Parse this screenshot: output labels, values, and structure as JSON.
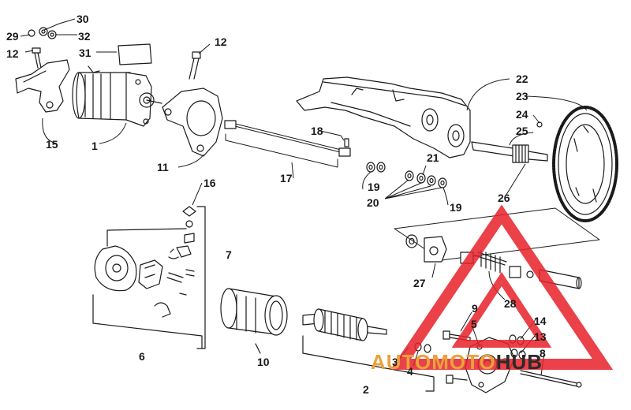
{
  "diagram": {
    "callouts": [
      {
        "id": "c30",
        "text": "30"
      },
      {
        "id": "c29",
        "text": "29"
      },
      {
        "id": "c32",
        "text": "32"
      },
      {
        "id": "c12a",
        "text": "12"
      },
      {
        "id": "c31",
        "text": "31"
      },
      {
        "id": "c12b",
        "text": "12"
      },
      {
        "id": "c15",
        "text": "15"
      },
      {
        "id": "c1",
        "text": "1"
      },
      {
        "id": "c11",
        "text": "11"
      },
      {
        "id": "c18",
        "text": "18"
      },
      {
        "id": "c17",
        "text": "17"
      },
      {
        "id": "c19a",
        "text": "19"
      },
      {
        "id": "c21",
        "text": "21"
      },
      {
        "id": "c20",
        "text": "20"
      },
      {
        "id": "c19b",
        "text": "19"
      },
      {
        "id": "c22",
        "text": "22"
      },
      {
        "id": "c23",
        "text": "23"
      },
      {
        "id": "c24",
        "text": "24"
      },
      {
        "id": "c25",
        "text": "25"
      },
      {
        "id": "c26",
        "text": "26"
      },
      {
        "id": "c16",
        "text": "16"
      },
      {
        "id": "c7",
        "text": "7"
      },
      {
        "id": "c27",
        "text": "27"
      },
      {
        "id": "c28",
        "text": "28"
      },
      {
        "id": "c6",
        "text": "6"
      },
      {
        "id": "c10",
        "text": "10"
      },
      {
        "id": "c9",
        "text": "9"
      },
      {
        "id": "c5",
        "text": "5"
      },
      {
        "id": "c14",
        "text": "14"
      },
      {
        "id": "c13",
        "text": "13"
      },
      {
        "id": "c3",
        "text": "3"
      },
      {
        "id": "c4",
        "text": "4"
      },
      {
        "id": "c8",
        "text": "8"
      },
      {
        "id": "c2",
        "text": "2"
      }
    ]
  },
  "watermark": {
    "brand_left": "AUTO",
    "brand_mid": "MOTO",
    "brand_right": "HUB",
    "color_left": "#e8a33c",
    "color_right": "#2a2a2a",
    "triangle_color": "#e8202a"
  }
}
